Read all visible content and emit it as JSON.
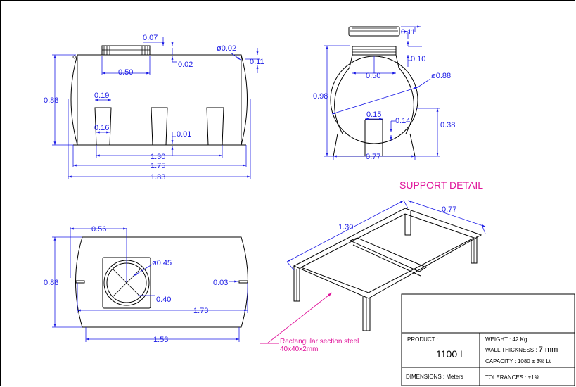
{
  "side_view": {
    "top_offset": "0.07",
    "neck_height": "0.02",
    "cap_dia": "ø0.02",
    "right_height": "0.11",
    "inlet_width": "0.50",
    "height": "0.88",
    "foot_width": "0.19",
    "foot_gap": "0.16",
    "ground_gap": "0.01",
    "base_length": "1.30",
    "body_length": "1.75",
    "overall_length": "1.83"
  },
  "end_view": {
    "lid_height": "0.11",
    "neck_height": "0.10",
    "inlet_width": "0.50",
    "diameter": "ø0.88",
    "height": "0.98",
    "foot_width": "0.15",
    "foot_height": "0.14",
    "saddle_height": "0.38",
    "base_width": "0.77"
  },
  "top_view": {
    "inlet_offset": "0.56",
    "width": "0.88",
    "manhole_dia": "ø0.45",
    "drain_dia": "0.03",
    "hatch_size": "0.40",
    "length": "1.73",
    "base_length": "1.53"
  },
  "support": {
    "title": "SUPPORT DETAIL",
    "length": "1.30",
    "width": "0.77",
    "note_line1": "Rectangular section steel",
    "note_line2": "40x40x2mm"
  },
  "title_block": {
    "product_label": "PRODUCT :",
    "product_value": "1100  L",
    "weight": "WEIGHT :  42 Kg",
    "wall_label": "WALL THICKNESS : ",
    "wall_value": "7  mm",
    "capacity": "CAPACITY :  1080  ±  3% Lt",
    "dimensions": "DIMENSIONS :  Meters",
    "tolerances": "TOLERANCES :  ±1%"
  },
  "colors": {
    "dimension": "#1a1ae6",
    "annotation": "#e0149a",
    "outline": "#000000"
  }
}
